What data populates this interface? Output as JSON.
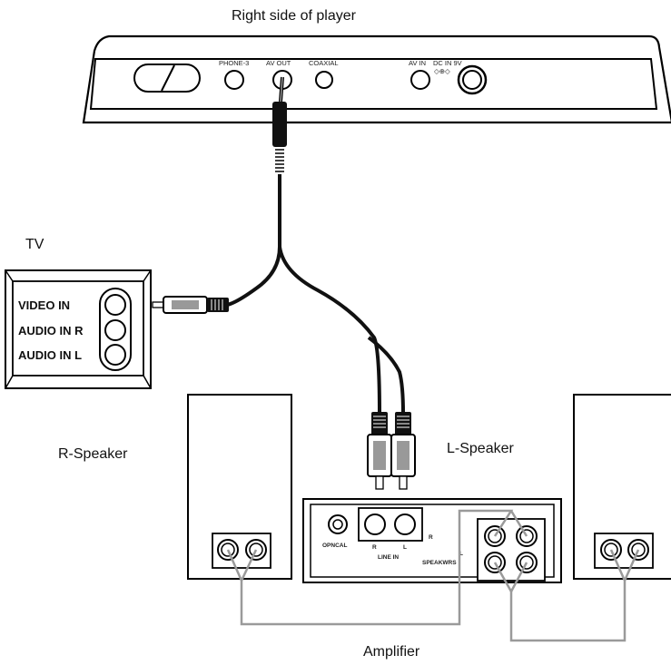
{
  "captions": {
    "player": "Right side of player",
    "tv": "TV",
    "r_speaker": "R-Speaker",
    "l_speaker": "L-Speaker",
    "amplifier": "Amplifier"
  },
  "player_ports": {
    "phone": "PHONE-3",
    "av_out": "AV OUT",
    "coaxial": "COAXIAL",
    "av_in": "AV IN",
    "dc_in": "DC IN 9V"
  },
  "tv_inputs": {
    "video": "VIDEO IN",
    "audio_r": "AUDIO IN R",
    "audio_l": "AUDIO IN L"
  },
  "amplifier_labels": {
    "optical": "OPNCAL",
    "r": "R",
    "l": "L",
    "line_in": "LINE IN",
    "speaker_r": "R",
    "speaker_l": "L",
    "speakers": "SPEAKWRS"
  }
}
